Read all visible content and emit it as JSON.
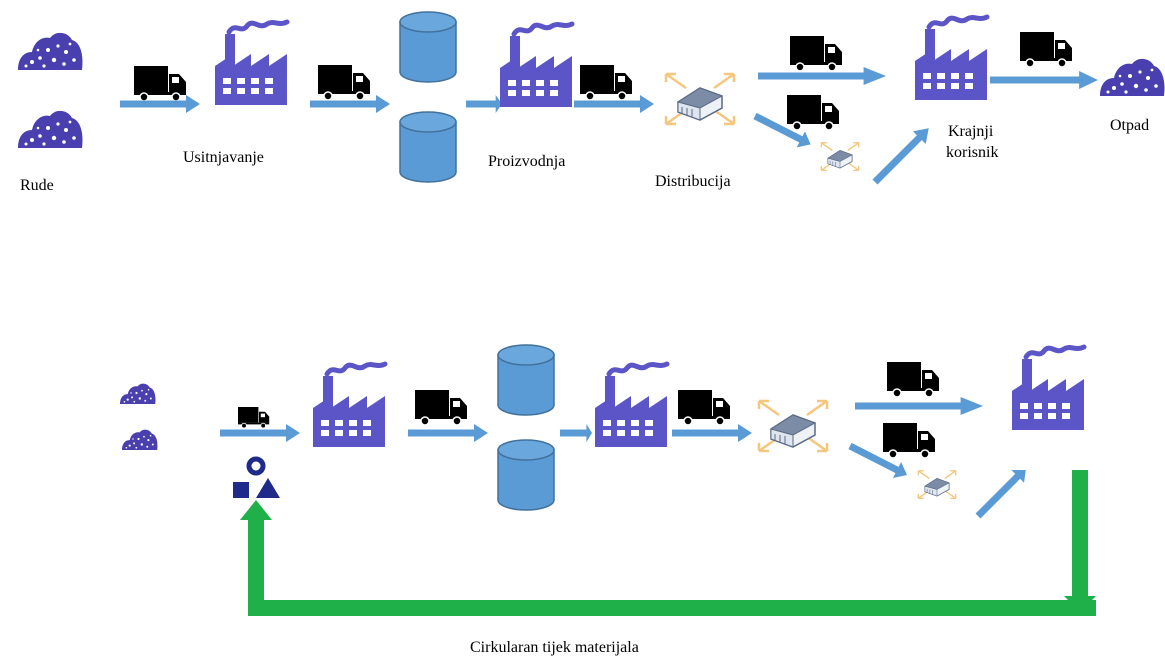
{
  "diagram": {
    "linear_flow": {
      "labels": {
        "ores": "Rude",
        "crushing": "Usitnjavanje",
        "production": "Proizvodnja",
        "distribution": "Distribucija",
        "end_user_line1": "Krajnji",
        "end_user_line2": "korisnik",
        "waste": "Otpad"
      }
    },
    "circular_flow": {
      "caption": "Cirkularan tijek materijala"
    },
    "colors": {
      "arrow": "#5b9bd5",
      "factory": "#5b55c8",
      "ore": "#4a3fae",
      "tank": "#5b9bd5",
      "tank_stroke": "#41719c",
      "truck": "#000000",
      "warehouse_arrow": "#f5c77e",
      "circular_arrow": "#1fb04a",
      "recycle_shapes": "#1f2a8a"
    },
    "icons": [
      "ore-pile-icon",
      "truck-icon",
      "factory-icon",
      "tank-icon",
      "warehouse-icon",
      "recycle-shapes-icon"
    ]
  }
}
